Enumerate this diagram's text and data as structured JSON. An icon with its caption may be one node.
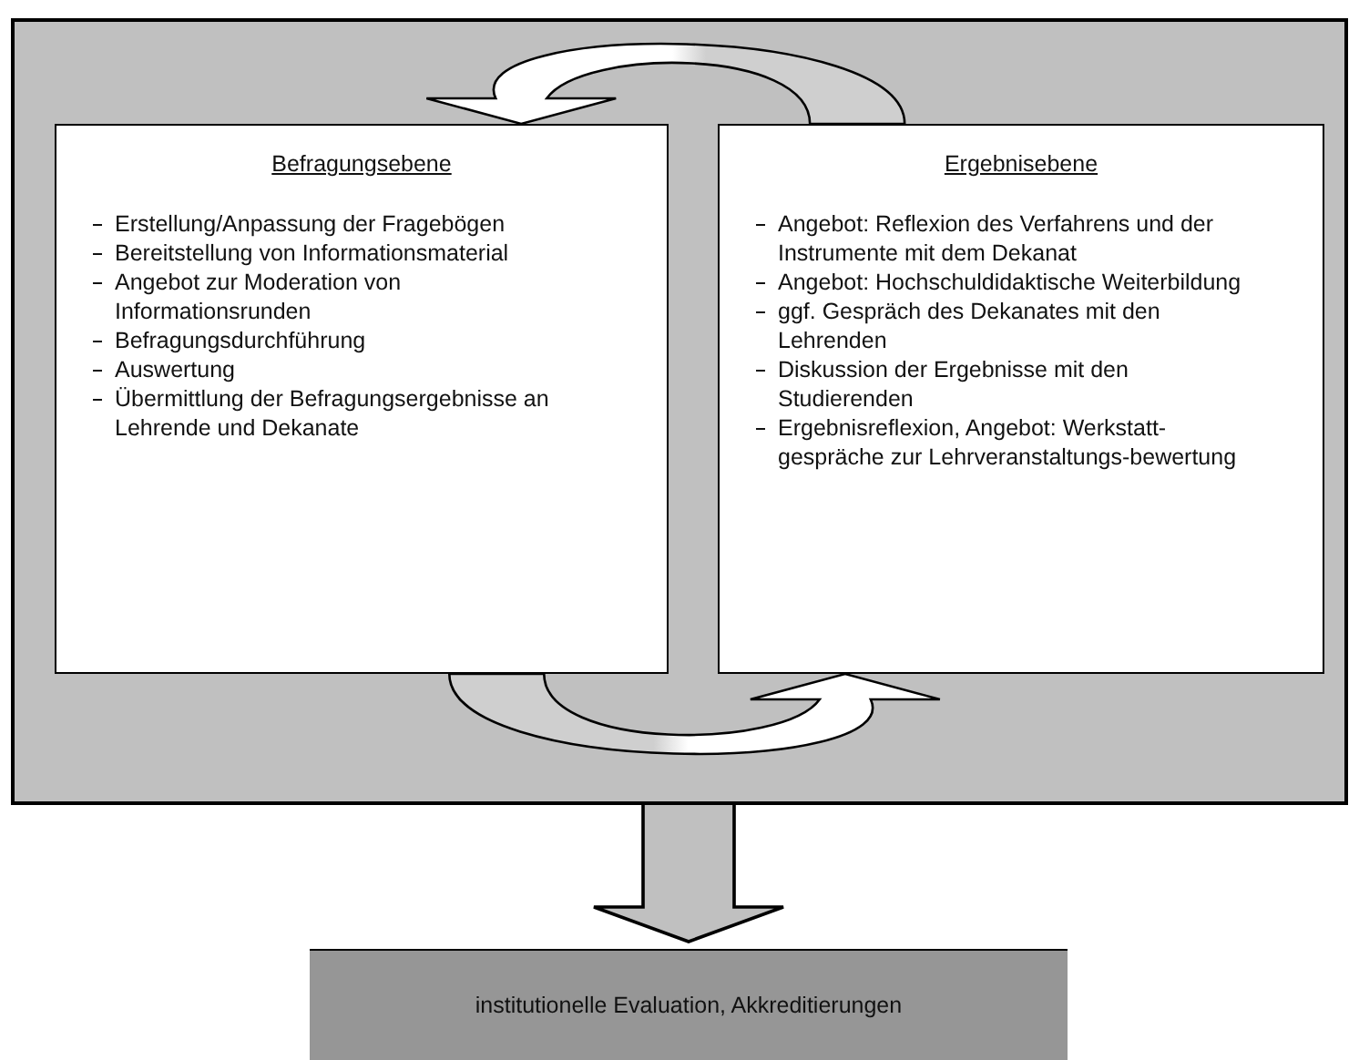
{
  "diagram": {
    "nodes": [
      {
        "text": [],
        "shape": "box"
      },
      {
        "text": [
          "Befragungsebene",
          "Erstellung/Anpassung der Fragebögen",
          "Bereitstellung von Informationsmaterial",
          "Angebot zur Moderation von Informationsrunden",
          "Befragungsdurchführung",
          "Auswertung",
          "Übermittlung der Befragungsergebnisse an Lehrende und Dekanate"
        ],
        "in": 0
      },
      {
        "text": [
          "Ergebnisebene",
          "Angebot: Reflexion des Verfahrens und der Instrumente mit dem Dekanat",
          "Angebot: Hochschuldidaktische Weiterbildung",
          "ggf. Gespräch des Dekanates mit den Lehrenden",
          "Diskussion der Ergebnisse mit den Studierenden",
          "Ergebnisreflexion, Angebot: Werkstatt-gespräche zur Lehrveranstaltungs-bewertung"
        ],
        "in": 0
      },
      {
        "text": [
          "institutionelle Evaluation, Akkreditierungen"
        ]
      }
    ],
    "edges": [
      {
        "from": 2,
        "to": 1,
        "arrow": "to"
      },
      {
        "from": 1,
        "to": 2,
        "arrow": "to"
      },
      {
        "from": 0,
        "to": 3,
        "arrow": "to"
      }
    ]
  }
}
